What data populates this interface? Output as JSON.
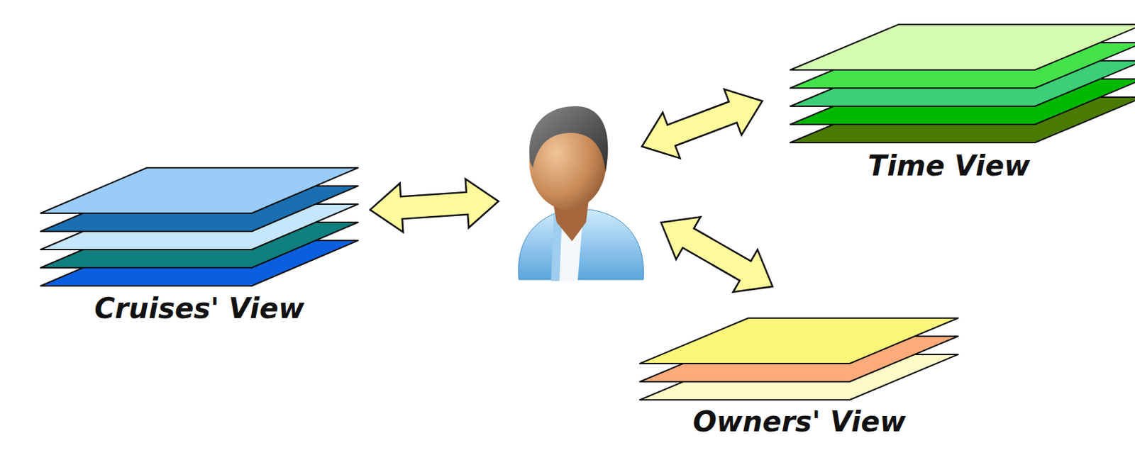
{
  "diagram": {
    "nodes": [
      {
        "text": [
          "Time View"
        ]
      },
      {
        "text": [
          "Cruises' View"
        ]
      },
      {
        "text": [
          "Owners' View"
        ]
      }
    ]
  }
}
